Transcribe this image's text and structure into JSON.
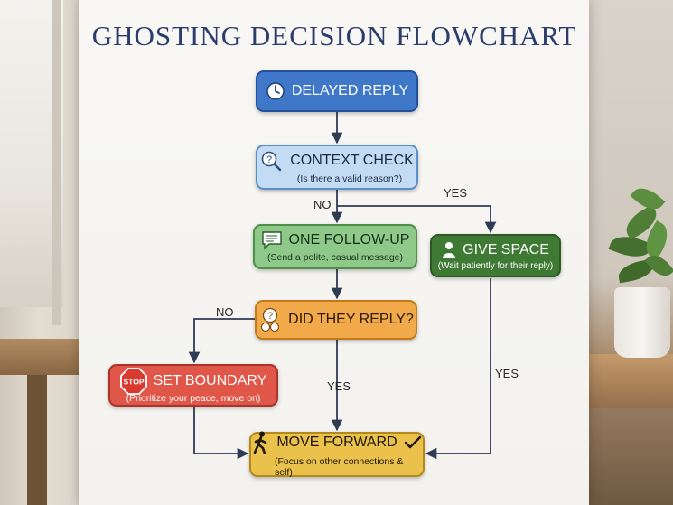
{
  "title": "GHOSTING DECISION FLOWCHART",
  "nodes": {
    "delayed_reply": {
      "label": "DELAYED REPLY",
      "icon": "clock-icon"
    },
    "context_check": {
      "label": "CONTEXT CHECK",
      "sub": "(Is there a valid reason?)",
      "icon": "magnifier-question-icon"
    },
    "one_follow_up": {
      "label": "ONE FOLLOW-UP",
      "sub": "(Send a polite, casual message)",
      "icon": "chat-bubble-icon"
    },
    "give_space": {
      "label": "GIVE SPACE",
      "sub": "(Wait patiently for their reply)",
      "icon": "person-icon"
    },
    "did_they_reply": {
      "label": "DID THEY REPLY?",
      "icon": "question-coins-icon"
    },
    "set_boundary": {
      "label": "SET BOUNDARY",
      "sub": "(Prioritize your peace, move on)",
      "icon": "stop-sign-icon",
      "icon_text": "STOP"
    },
    "move_forward": {
      "label": "MOVE FORWARD",
      "sub": "(Focus on other connections & self)",
      "icon": "walking-person-icon",
      "trailing_icon": "checkmark-icon"
    }
  },
  "edge_labels": {
    "context_no": "NO",
    "context_yes": "YES",
    "reply_no": "NO",
    "reply_yes": "YES",
    "space_yes": "YES"
  },
  "colors": {
    "title": "#2a3d6b",
    "blue_fill": "#3f78c9",
    "blue_border": "#27509a",
    "lightblue_fill": "#c3dcf3",
    "lightblue_border": "#5a8fc8",
    "green_fill": "#8fc98a",
    "green_border": "#4f8f4a",
    "darkgreen_fill": "#3f7a35",
    "darkgreen_border": "#2b5a24",
    "orange_fill": "#f1a94a",
    "orange_border": "#c27a1d",
    "red_fill": "#e0574a",
    "red_border": "#a8342a",
    "yellow_fill": "#eac24b",
    "yellow_border": "#b28a1a",
    "edge": "#2f3a55"
  }
}
